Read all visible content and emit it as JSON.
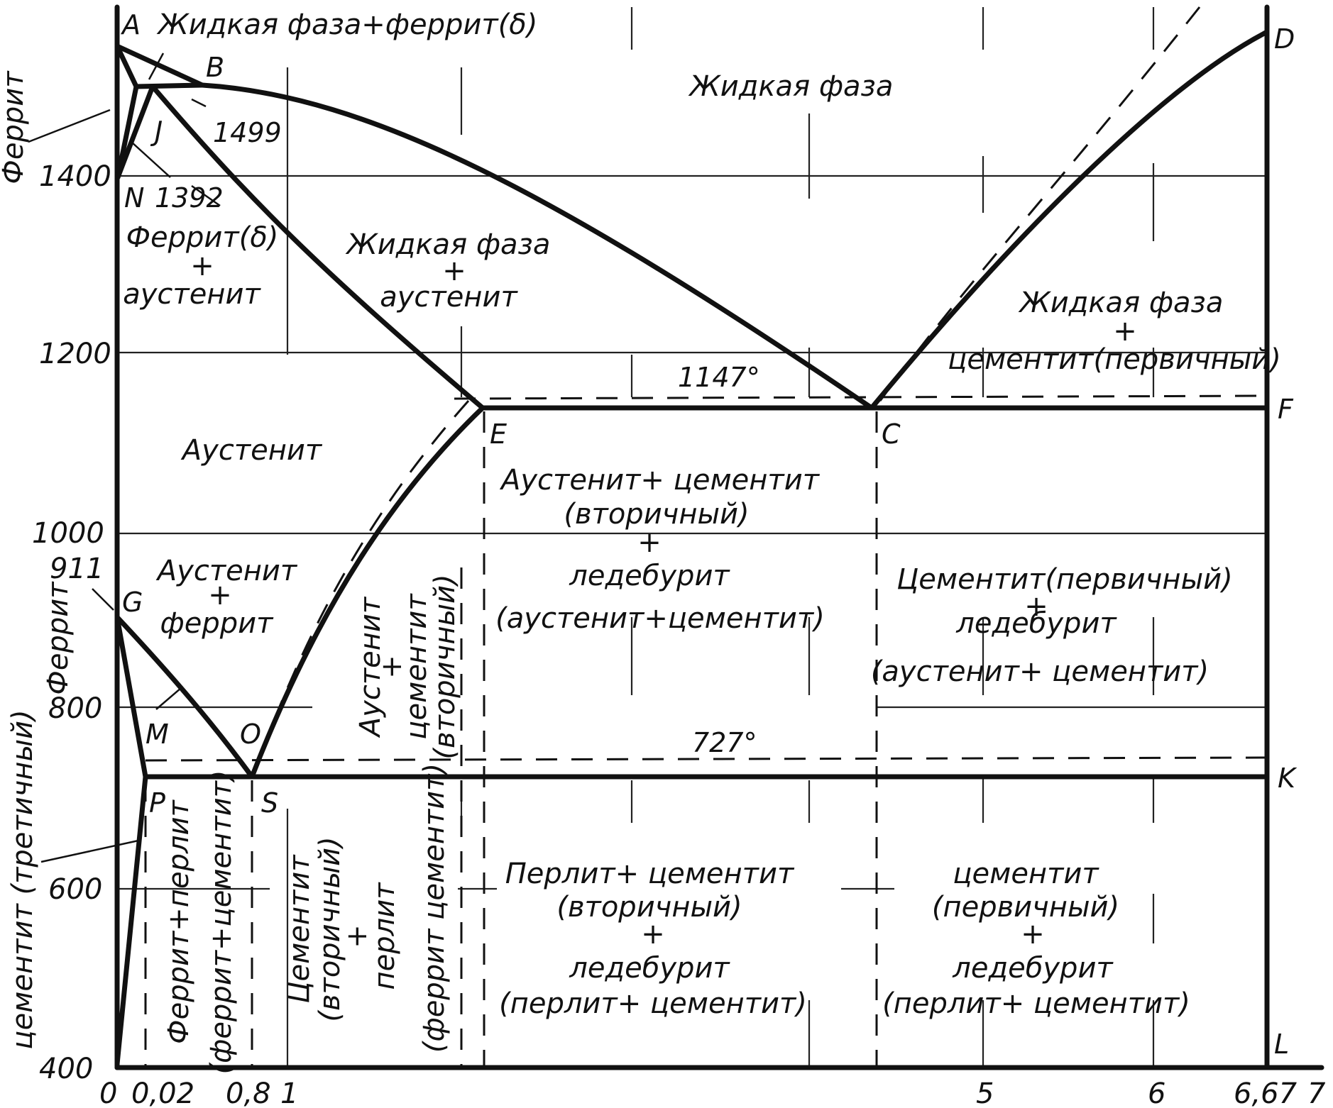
{
  "axes": {
    "y_ticks": [
      "1400",
      "1200",
      "1000",
      "911",
      "800",
      "600",
      "400"
    ],
    "x_ticks": [
      "0",
      "0,02",
      "0,8",
      "1",
      "5",
      "6",
      "6,67",
      "7"
    ]
  },
  "points": {
    "A": "A",
    "B": "B",
    "J": "J",
    "N": "N",
    "E": "E",
    "C": "C",
    "D": "D",
    "F": "F",
    "G": "G",
    "M": "M",
    "O": "O",
    "P": "P",
    "S": "S",
    "K": "K",
    "L": "L"
  },
  "temperatures": {
    "t1499": "1499",
    "t1392": "1392",
    "t1147": "1147°",
    "t727": "727°"
  },
  "regions": {
    "liquid_delta_ferrite": "Жидкая фаза+феррит(δ)",
    "liquid": "Жидкая фаза",
    "ferrite_top": "Феррит",
    "delta_austenite": [
      "Феррит(δ)",
      "+",
      "аустенит"
    ],
    "liquid_austenite": [
      "Жидкая фаза",
      "+",
      "аустенит"
    ],
    "liquid_cementite": [
      "Жидкая фаза",
      "+",
      "цементит(первичный)"
    ],
    "austenite": "Аустенит",
    "austenite_cementite_ledeburite": [
      "Аустенит+ цементит",
      "(вторичный)",
      "+",
      "ледебурит",
      "(аустенит+цементит)"
    ],
    "cementite_ledeburite_high": [
      "Цементит(первичный)",
      "+",
      "ледебурит",
      "(аустенит+ цементит)"
    ],
    "austenite_ferrite": [
      "Аустенит",
      "+",
      "феррит"
    ],
    "ferrite_mid": "Феррит",
    "austenite_cementite_vertical": [
      "Аустенит",
      "+",
      "цементит",
      "(вторичный)"
    ],
    "tertiary_cementite": "цементит (третичный)",
    "ferrite_pearlite": [
      "Феррит+перлит",
      "(феррит+цементит)"
    ],
    "cementite_pearlite": [
      "Цементит",
      "(вторичный)",
      "+",
      "перлит",
      "(феррит цементит)"
    ],
    "pearlite_cementite_ledeburite": [
      "Перлит+ цементит",
      "(вторичный)",
      "+",
      "ледебурит",
      "(перлит+ цементит)"
    ],
    "cementite_ledeburite_low": [
      "цементит",
      "(первичный)",
      "+",
      "ледебурит",
      "(перлит+ цементит)"
    ]
  }
}
